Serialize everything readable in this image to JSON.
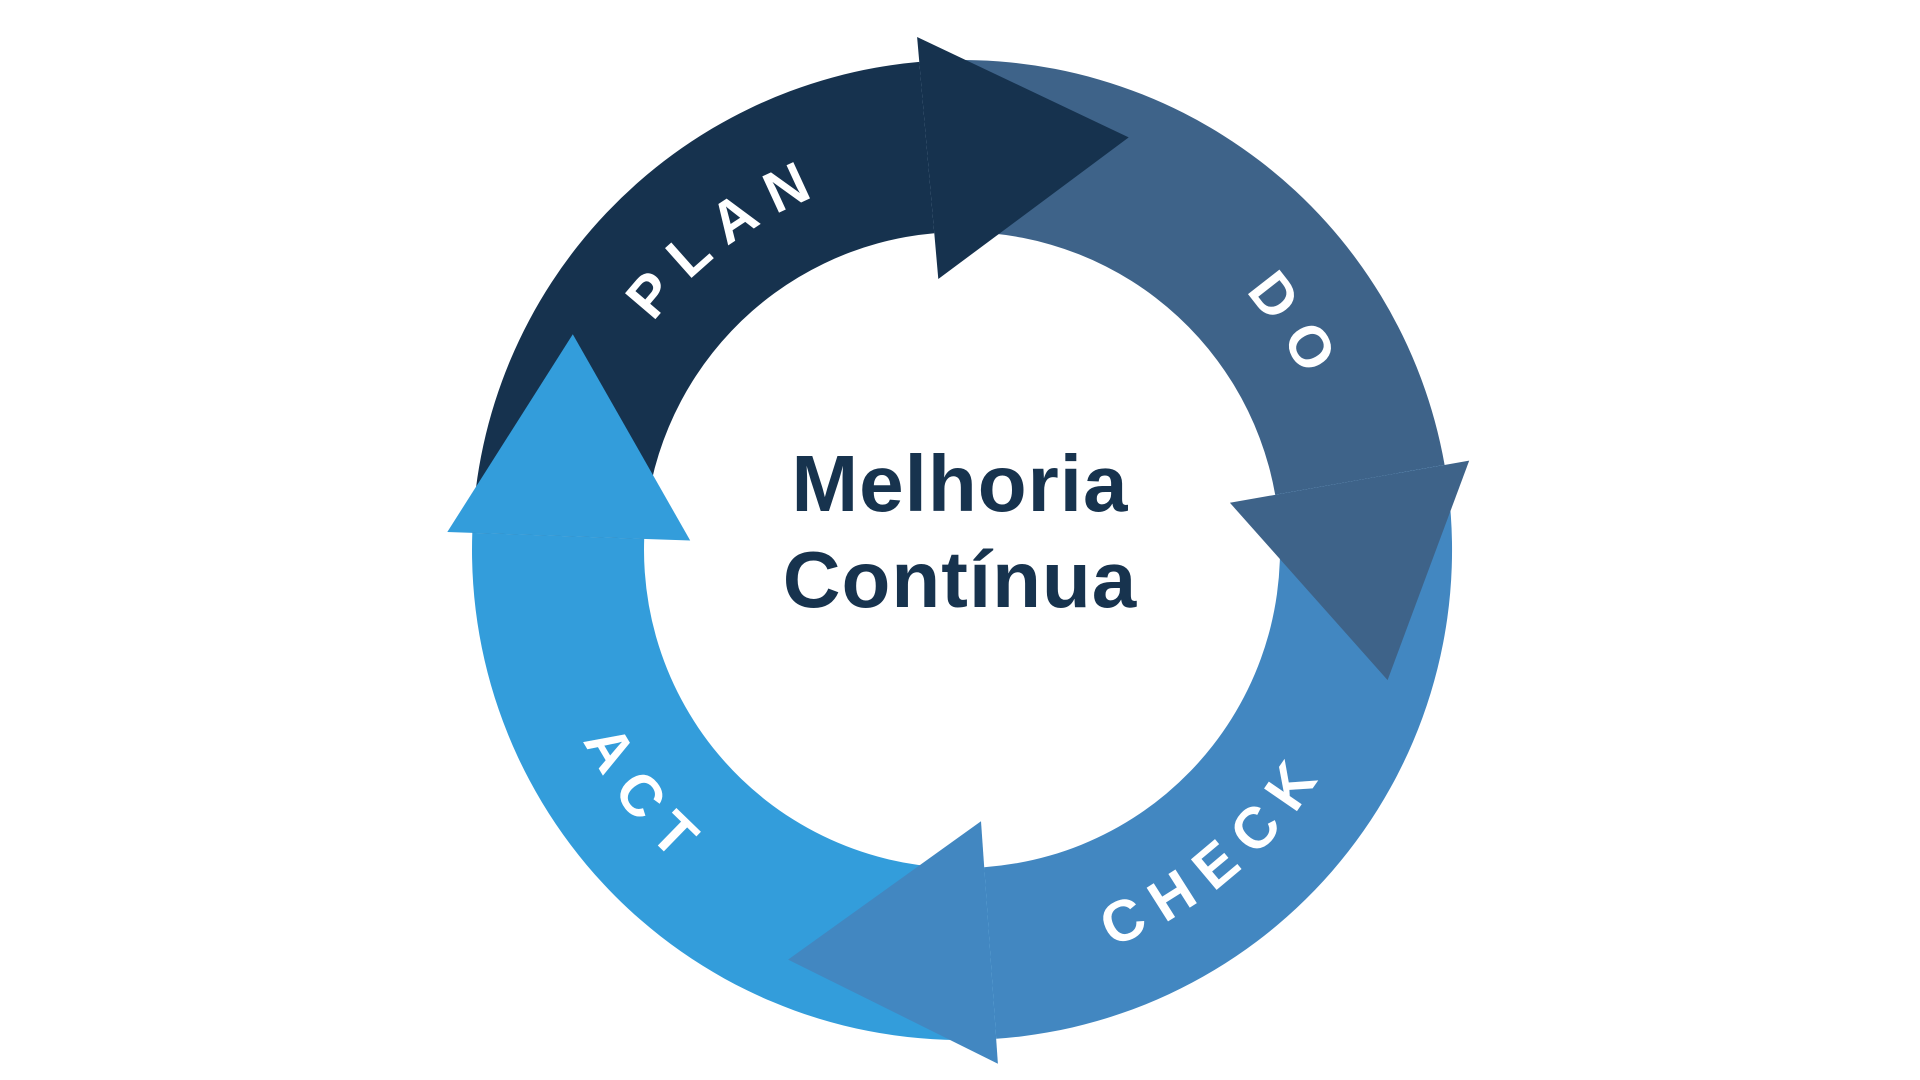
{
  "diagram": {
    "background_color": "#ffffff",
    "center_title_line1": "Melhoria",
    "center_title_line2": "Contínua",
    "center_text_color": "#17334E",
    "label_text_color": "#ffffff",
    "segments": [
      {
        "id": "plan",
        "label": "PLAN",
        "color": "#16324E"
      },
      {
        "id": "do",
        "label": "DO",
        "color": "#3E6389"
      },
      {
        "id": "check",
        "label": "CHECK",
        "color": "#4287C1"
      },
      {
        "id": "act",
        "label": "ACT",
        "color": "#339DDB"
      }
    ]
  }
}
